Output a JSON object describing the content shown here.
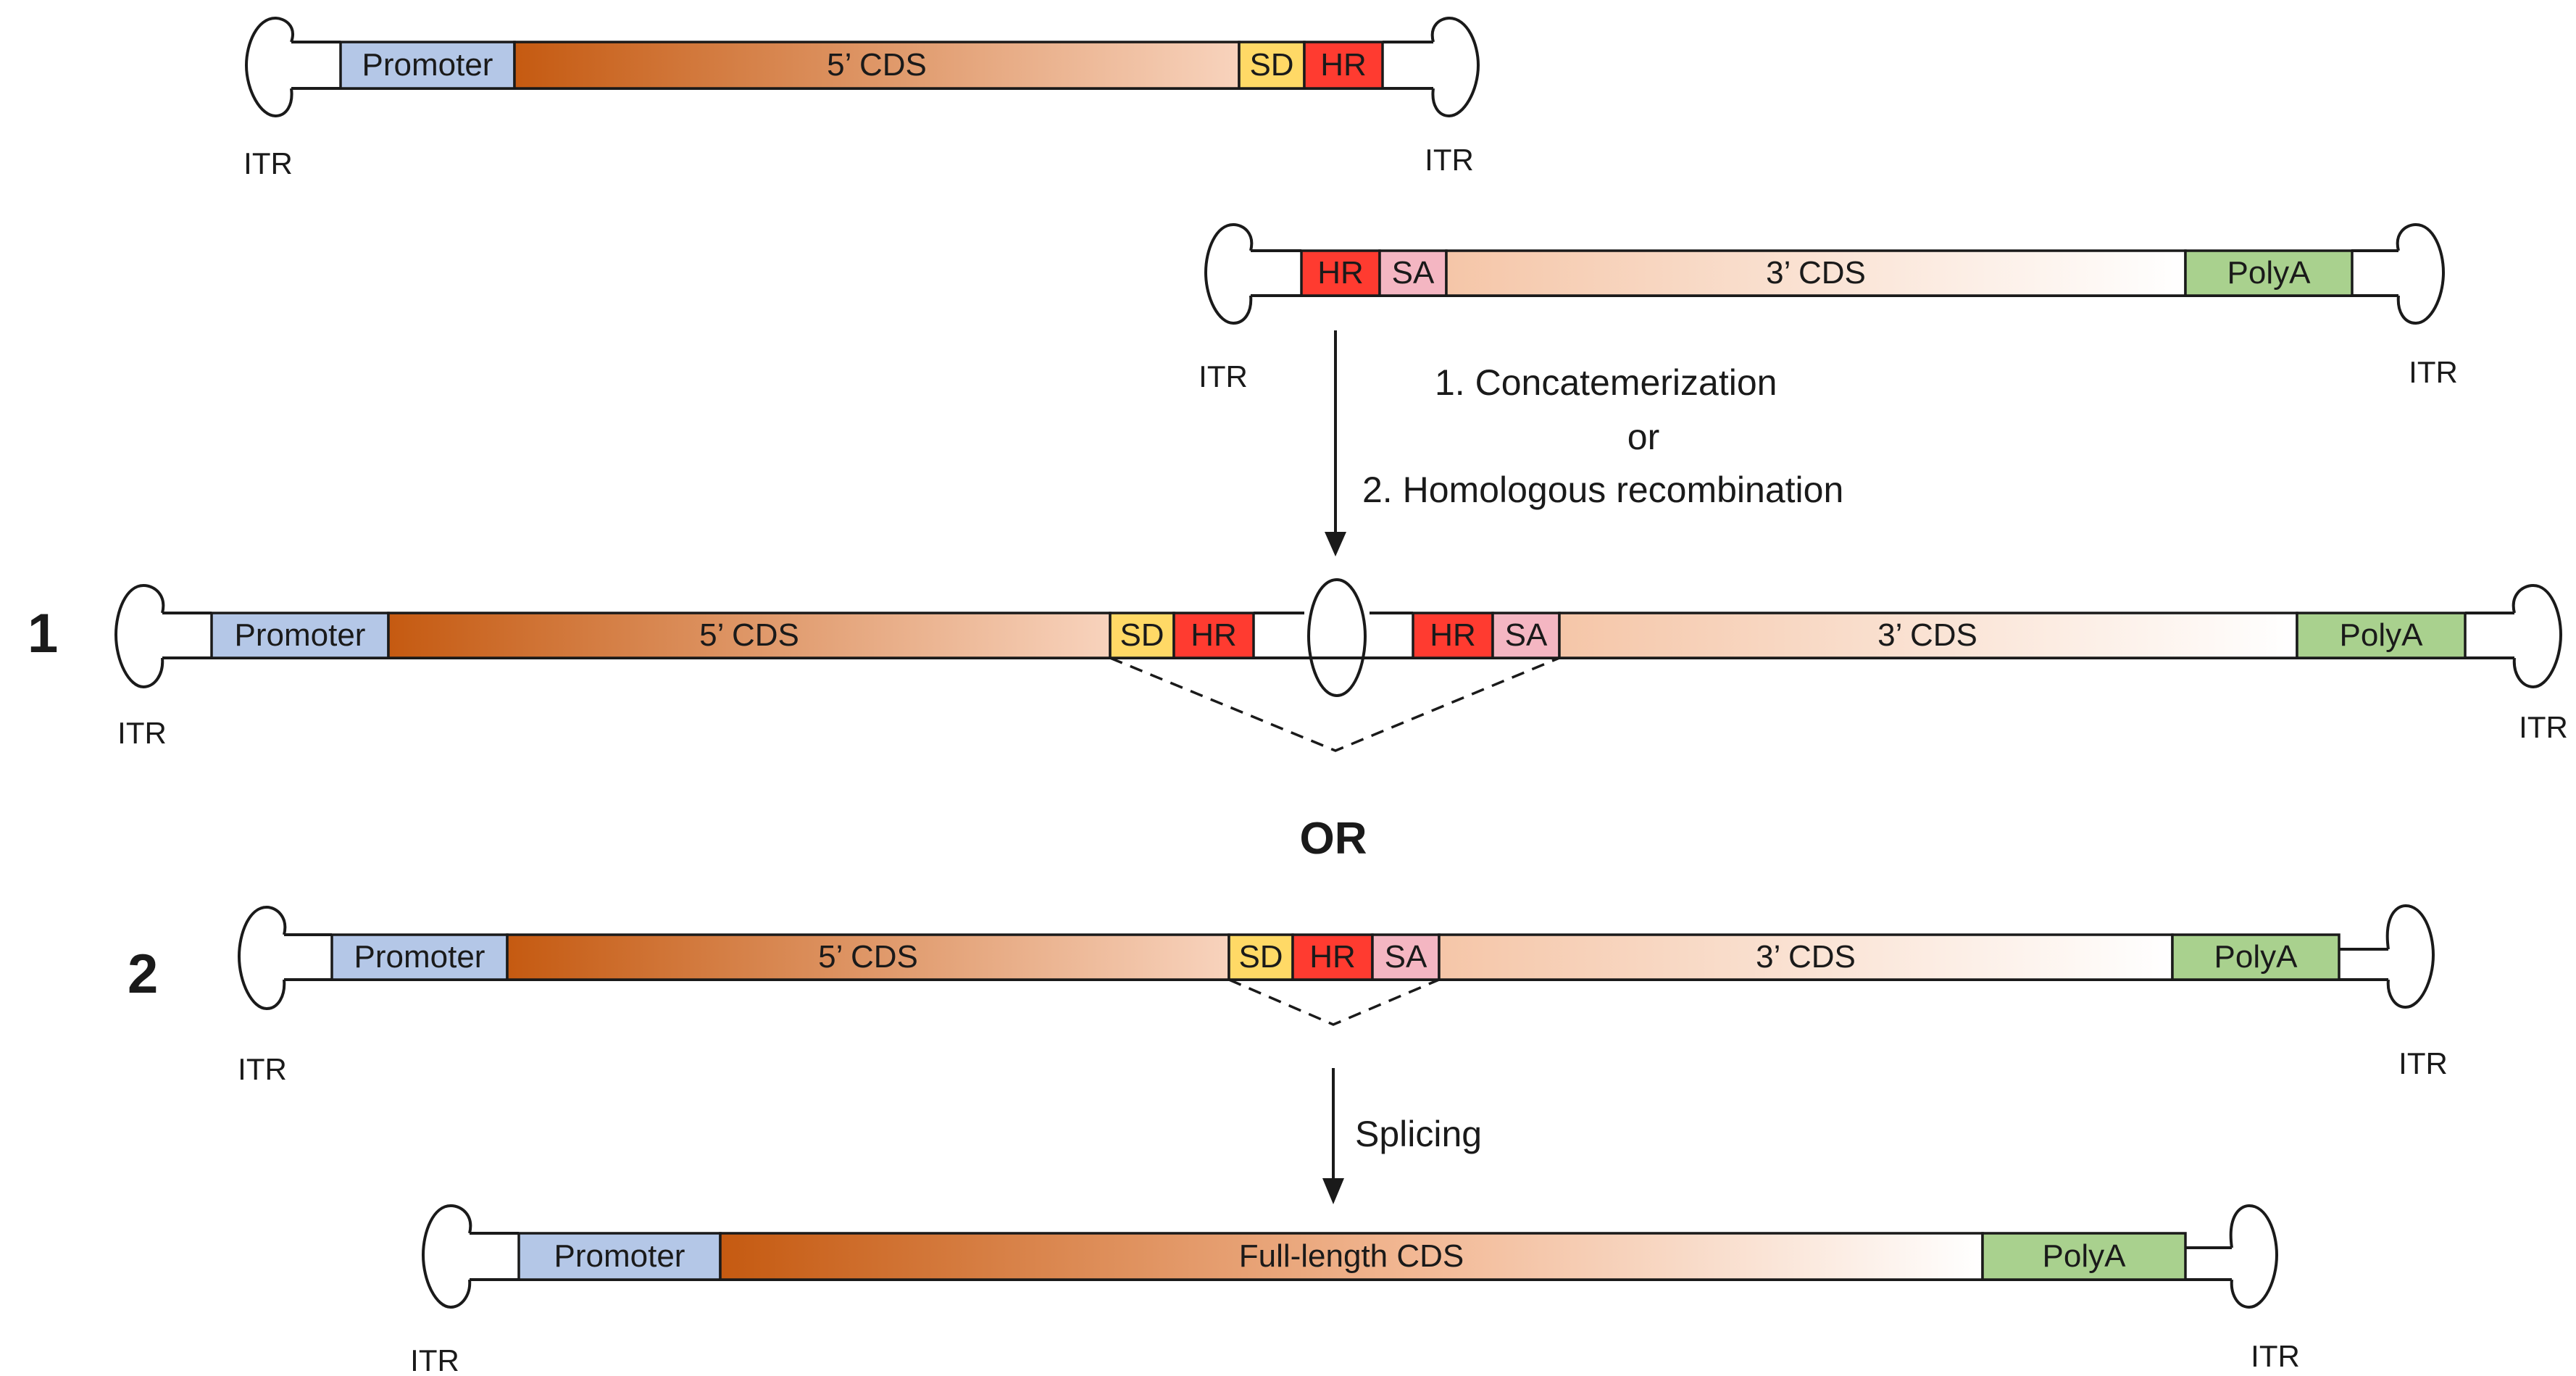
{
  "labels": {
    "promoter": "Promoter",
    "cds5": "5’ CDS",
    "cds3": "3’ CDS",
    "sd": "SD",
    "hr": "HR",
    "sa": "SA",
    "polya": "PolyA",
    "itr": "ITR",
    "full_cds": "Full-length CDS"
  },
  "steps": {
    "concat": "1.   Concatemerization",
    "or_small": "or",
    "homolog": "2. Homologous recombination",
    "splicing": "Splicing"
  },
  "rows": {
    "one": "1",
    "or_big": "OR",
    "two": "2"
  },
  "colors": {
    "promoter": "#b4c7e7",
    "sd": "#ffd966",
    "hr": "#ff3b30",
    "sa": "#f4b6c2",
    "polya": "#a9d18e",
    "cds_dark": "#c55a11",
    "cds_light": "#f8cbad"
  }
}
